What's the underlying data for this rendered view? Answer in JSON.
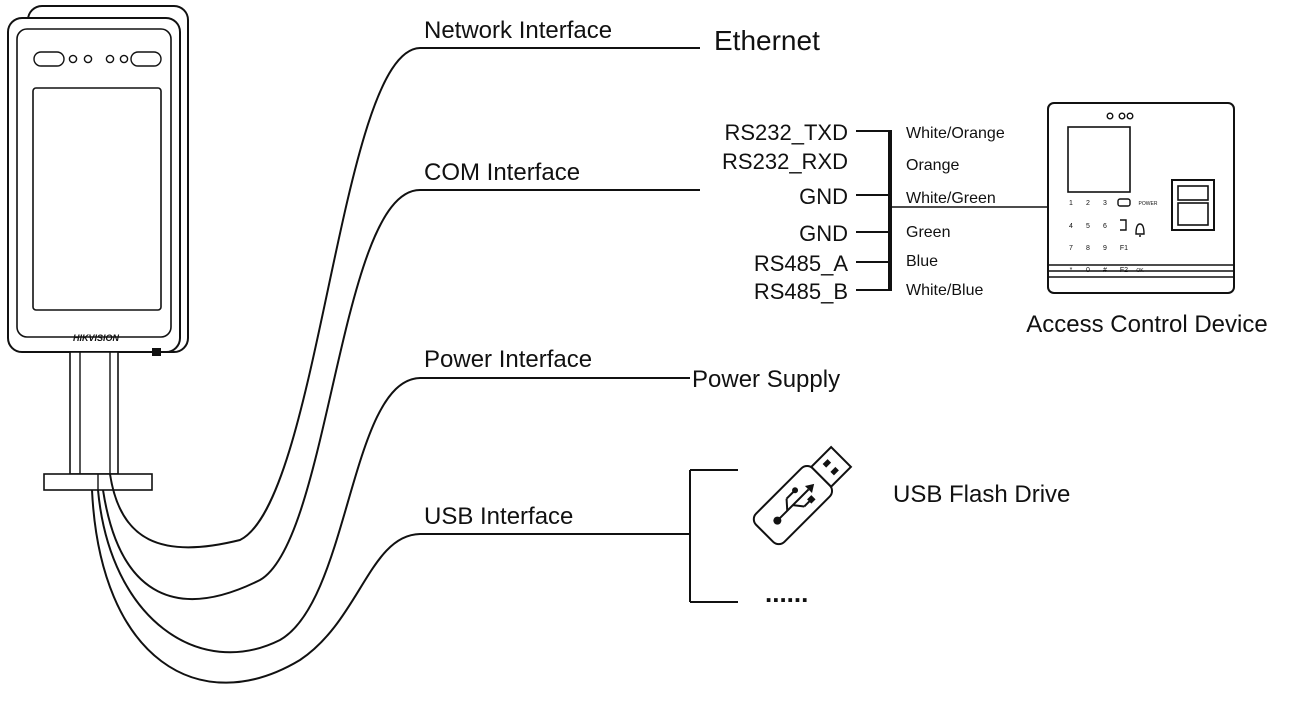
{
  "device_brand": "HIKVISION",
  "interfaces": {
    "network": "Network Interface",
    "com": "COM Interface",
    "power": "Power Interface",
    "usb": "USB Interface"
  },
  "targets": {
    "ethernet": "Ethernet",
    "power_supply": "Power Supply",
    "access_control_device": "Access Control Device",
    "usb_flash_drive": "USB Flash Drive",
    "more": "......"
  },
  "com_pins": [
    {
      "pin": "RS232_TXD",
      "wire": "White/Orange"
    },
    {
      "pin": "RS232_RXD",
      "wire": "Orange"
    },
    {
      "pin": "GND",
      "wire": "White/Green"
    },
    {
      "pin": "GND",
      "wire": "Green"
    },
    {
      "pin": "RS485_A",
      "wire": "Blue"
    },
    {
      "pin": "RS485_B",
      "wire": "White/Blue"
    }
  ],
  "keypad": {
    "keys": [
      "1",
      "2",
      "3",
      "4",
      "5",
      "6",
      "7",
      "8",
      "9",
      "*",
      "0",
      "#",
      "F1",
      "F2"
    ],
    "power_label": "POWER",
    "ok_label": "OK"
  }
}
